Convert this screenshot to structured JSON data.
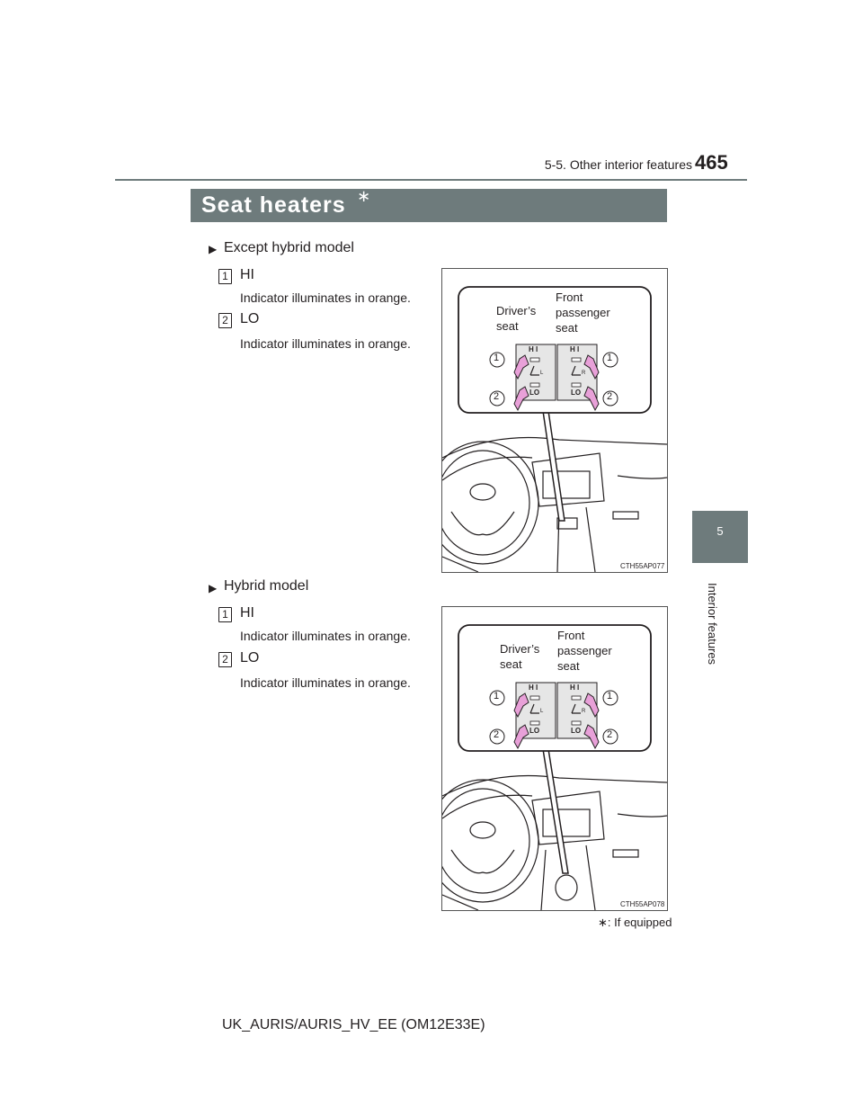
{
  "header": {
    "page_number": "465",
    "section": "5-5. Other interior features"
  },
  "chapter_tab": {
    "number": "5",
    "label": "Interior features"
  },
  "title": {
    "text": "Seat heaters",
    "asterisk": "∗"
  },
  "sections": [
    {
      "marker": "▶",
      "heading": "Except hybrid model",
      "items": [
        {
          "num": "1",
          "label": "HI",
          "desc": "Indicator illuminates in orange."
        },
        {
          "num": "2",
          "label": "LO",
          "desc": "Indicator illuminates in orange."
        }
      ],
      "figure": {
        "code": "CTH55AP077",
        "driver_label": "Driver’s\nseat",
        "passenger_label": "Front\npassenger\nseat",
        "callout_1": "1",
        "callout_2": "2",
        "btn_hi": "H I",
        "btn_lo": "LO",
        "side_left": "L",
        "side_right": "R"
      }
    },
    {
      "marker": "▶",
      "heading": "Hybrid model",
      "items": [
        {
          "num": "1",
          "label": "HI",
          "desc": "Indicator illuminates in orange."
        },
        {
          "num": "2",
          "label": "LO",
          "desc": "Indicator illuminates in orange."
        }
      ],
      "figure": {
        "code": "CTH55AP078",
        "driver_label": "Driver’s\nseat",
        "passenger_label": "Front\npassenger\nseat",
        "callout_1": "1",
        "callout_2": "2",
        "btn_hi": "H I",
        "btn_lo": "LO",
        "side_left": "L",
        "side_right": "R"
      }
    }
  ],
  "footnote": "∗: If equipped",
  "footer": "UK_AURIS/AURIS_HV_EE (OM12E33E)",
  "colors": {
    "header_gray": "#6e7b7c",
    "arrow_pink": "#e8a0d8"
  }
}
